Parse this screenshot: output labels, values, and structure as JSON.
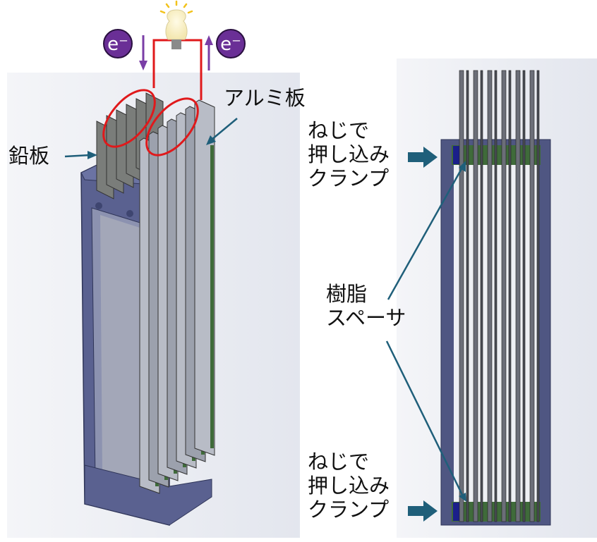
{
  "labels": {
    "electron": "e⁻",
    "aluminum_plate": "アルミ板",
    "lead_plate": "鉛板",
    "clamp_top": [
      "ねじで",
      "押し込み",
      "クランプ"
    ],
    "clamp_bottom": [
      "ねじで",
      "押し込み",
      "クランプ"
    ],
    "resin_spacer": [
      "樹脂",
      "スペーサ"
    ]
  },
  "icons": {
    "bulb": "lightbulb-icon",
    "electron": "electron-badge-icon"
  },
  "colors": {
    "wire": "#e0191b",
    "electron_badge": "#6a2f96",
    "electron_arrow": "#7a3ea6",
    "pointer_arrow": "#1f5f7a",
    "frame": "#4f5682",
    "spacer": "#3f6b3a",
    "lead": "#7a7d7a",
    "aluminum": "#b8bcc6"
  }
}
